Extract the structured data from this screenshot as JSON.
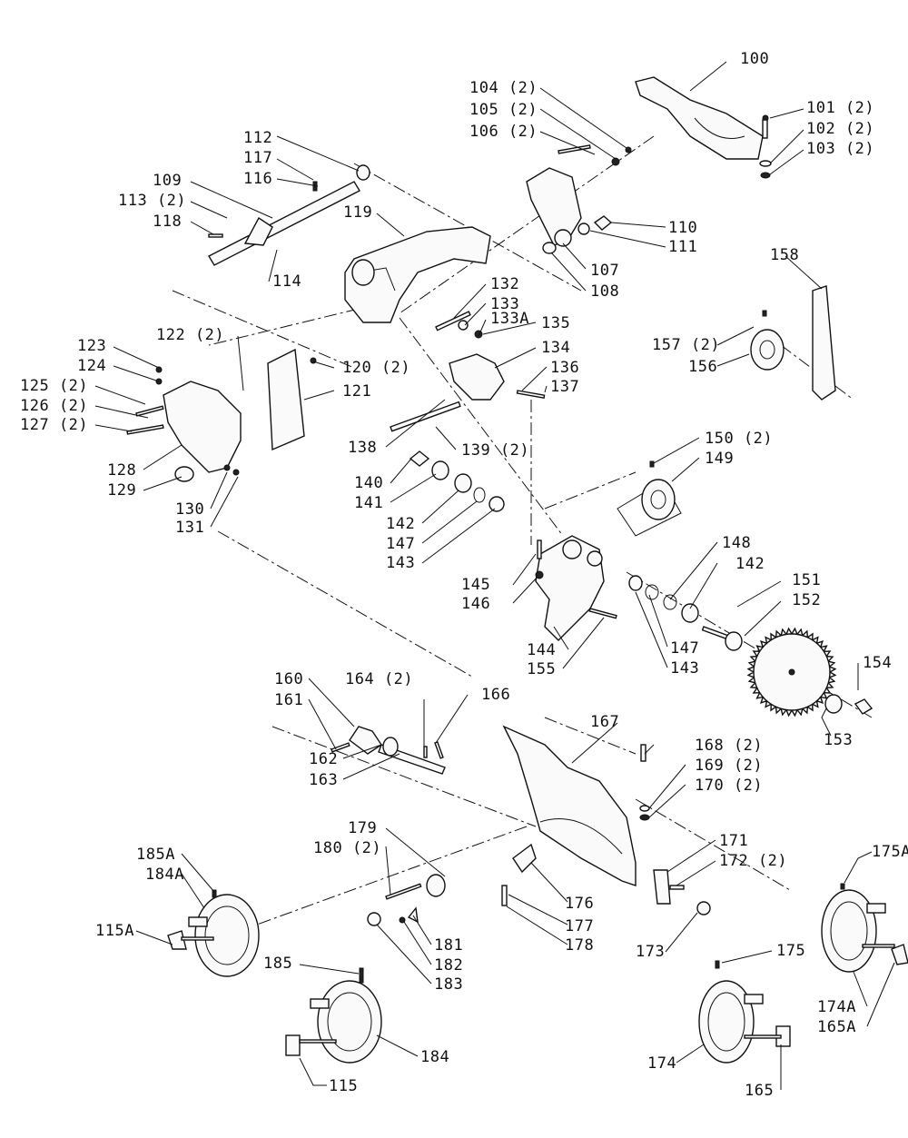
{
  "colors": {
    "ink": "#111111",
    "paper": "#ffffff"
  },
  "labels": [
    {
      "id": "100",
      "text": "100"
    },
    {
      "id": "101",
      "text": "101 (2)"
    },
    {
      "id": "102",
      "text": "102 (2)"
    },
    {
      "id": "103",
      "text": "103 (2)"
    },
    {
      "id": "104",
      "text": "104 (2)"
    },
    {
      "id": "105",
      "text": "105 (2)"
    },
    {
      "id": "106",
      "text": "106 (2)"
    },
    {
      "id": "107",
      "text": "107"
    },
    {
      "id": "108",
      "text": "108"
    },
    {
      "id": "109",
      "text": "109"
    },
    {
      "id": "110",
      "text": "110"
    },
    {
      "id": "111",
      "text": "111"
    },
    {
      "id": "112",
      "text": "112"
    },
    {
      "id": "113",
      "text": "113 (2)"
    },
    {
      "id": "114",
      "text": "114"
    },
    {
      "id": "116",
      "text": "116"
    },
    {
      "id": "117",
      "text": "117"
    },
    {
      "id": "118",
      "text": "118"
    },
    {
      "id": "119",
      "text": "119"
    },
    {
      "id": "120",
      "text": "120 (2)"
    },
    {
      "id": "121",
      "text": "121"
    },
    {
      "id": "122",
      "text": "122 (2)"
    },
    {
      "id": "123",
      "text": "123"
    },
    {
      "id": "124",
      "text": "124"
    },
    {
      "id": "125",
      "text": "125 (2)"
    },
    {
      "id": "126",
      "text": "126 (2)"
    },
    {
      "id": "127",
      "text": "127 (2)"
    },
    {
      "id": "128",
      "text": "128"
    },
    {
      "id": "129",
      "text": "129"
    },
    {
      "id": "130",
      "text": "130"
    },
    {
      "id": "131",
      "text": "131"
    },
    {
      "id": "132",
      "text": "132"
    },
    {
      "id": "133",
      "text": "133"
    },
    {
      "id": "133A",
      "text": "133A"
    },
    {
      "id": "134",
      "text": "134"
    },
    {
      "id": "135",
      "text": "135"
    },
    {
      "id": "136",
      "text": "136"
    },
    {
      "id": "137",
      "text": "137"
    },
    {
      "id": "138",
      "text": "138"
    },
    {
      "id": "139",
      "text": "139 (2)"
    },
    {
      "id": "140",
      "text": "140"
    },
    {
      "id": "141",
      "text": "141"
    },
    {
      "id": "142a",
      "text": "142"
    },
    {
      "id": "142b",
      "text": "142"
    },
    {
      "id": "143a",
      "text": "143"
    },
    {
      "id": "143b",
      "text": "143"
    },
    {
      "id": "144",
      "text": "144"
    },
    {
      "id": "145",
      "text": "145"
    },
    {
      "id": "146",
      "text": "146"
    },
    {
      "id": "147a",
      "text": "147"
    },
    {
      "id": "147b",
      "text": "147"
    },
    {
      "id": "148",
      "text": "148"
    },
    {
      "id": "149",
      "text": "149"
    },
    {
      "id": "150",
      "text": "150 (2)"
    },
    {
      "id": "151",
      "text": "151"
    },
    {
      "id": "152",
      "text": "152"
    },
    {
      "id": "153",
      "text": "153"
    },
    {
      "id": "154",
      "text": "154"
    },
    {
      "id": "155",
      "text": "155"
    },
    {
      "id": "156",
      "text": "156"
    },
    {
      "id": "157",
      "text": "157 (2)"
    },
    {
      "id": "158",
      "text": "158"
    },
    {
      "id": "160",
      "text": "160"
    },
    {
      "id": "161",
      "text": "161"
    },
    {
      "id": "162",
      "text": "162"
    },
    {
      "id": "163",
      "text": "163"
    },
    {
      "id": "164",
      "text": "164 (2)"
    },
    {
      "id": "165",
      "text": "165"
    },
    {
      "id": "165A",
      "text": "165A"
    },
    {
      "id": "166",
      "text": "166"
    },
    {
      "id": "167",
      "text": "167"
    },
    {
      "id": "168",
      "text": "168 (2)"
    },
    {
      "id": "169",
      "text": "169 (2)"
    },
    {
      "id": "170",
      "text": "170 (2)"
    },
    {
      "id": "171",
      "text": "171"
    },
    {
      "id": "172",
      "text": "172 (2)"
    },
    {
      "id": "173",
      "text": "173"
    },
    {
      "id": "174",
      "text": "174"
    },
    {
      "id": "174A",
      "text": "174A"
    },
    {
      "id": "175",
      "text": "175"
    },
    {
      "id": "175A",
      "text": "175A"
    },
    {
      "id": "176",
      "text": "176"
    },
    {
      "id": "177",
      "text": "177"
    },
    {
      "id": "178",
      "text": "178"
    },
    {
      "id": "179",
      "text": "179"
    },
    {
      "id": "180",
      "text": "180 (2)"
    },
    {
      "id": "181",
      "text": "181"
    },
    {
      "id": "182",
      "text": "182"
    },
    {
      "id": "183",
      "text": "183"
    },
    {
      "id": "184",
      "text": "184"
    },
    {
      "id": "184A",
      "text": "184A"
    },
    {
      "id": "185",
      "text": "185"
    },
    {
      "id": "185A",
      "text": "185A"
    },
    {
      "id": "115",
      "text": "115"
    },
    {
      "id": "115A",
      "text": "115A"
    }
  ]
}
